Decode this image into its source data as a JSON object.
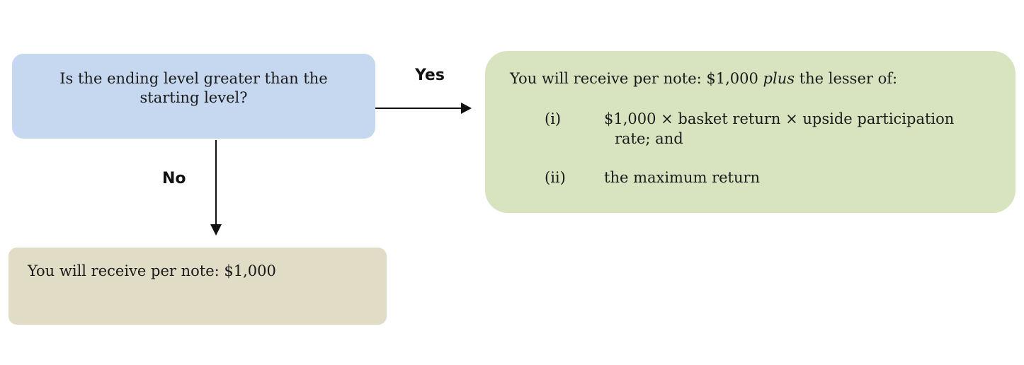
{
  "colors": {
    "question_box": "#c5d8ef",
    "yes_box": "#d8e4bf",
    "no_box": "#e0dcc6",
    "arrow": "#111111"
  },
  "question": {
    "text": "Is the ending level greater than the starting level?"
  },
  "edges": {
    "yes_label": "Yes",
    "no_label": "No"
  },
  "yes_outcome": {
    "intro_before": "You will receive per note: $1,000 ",
    "intro_italic": "plus",
    "intro_after": " the lesser of:",
    "items": [
      {
        "marker": "(i)",
        "line1": "$1,000 × basket return × upside participation",
        "line2": "rate; and"
      },
      {
        "marker": "(ii)",
        "line1": "the maximum return"
      }
    ]
  },
  "no_outcome": {
    "text": "You will receive per note: $1,000"
  }
}
